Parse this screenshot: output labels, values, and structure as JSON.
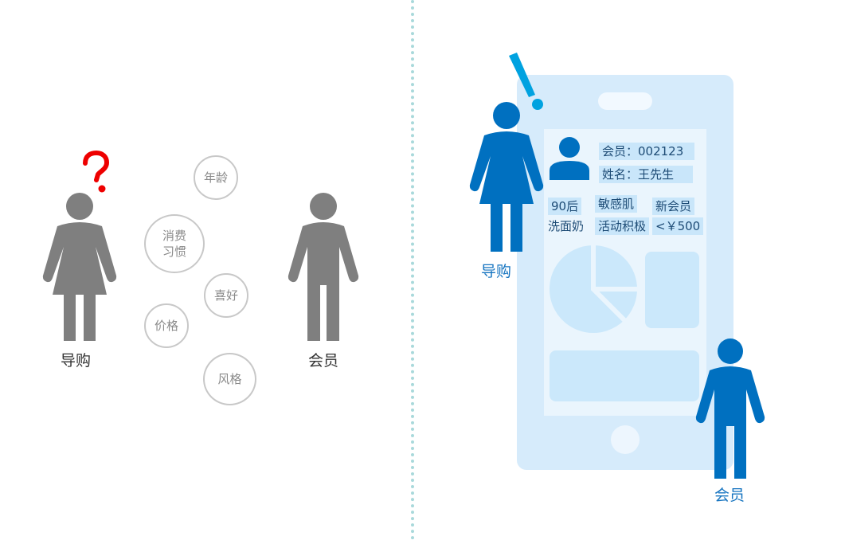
{
  "left": {
    "guide_label": "导购",
    "member_label": "会员",
    "question_mark": "?",
    "bubbles": [
      "年龄",
      "消费习惯",
      "喜好",
      "价格",
      "风格"
    ]
  },
  "right": {
    "guide_label": "导购",
    "member_label": "会员",
    "profile": {
      "member_id": "会员：002123",
      "name": "姓名：王先生"
    },
    "tags": [
      "90后",
      "敏感肌",
      "新会员",
      "洗面奶",
      "活动积极",
      "<￥500"
    ]
  },
  "colors": {
    "grey_person": "#7f7f7f",
    "blue_person": "#0070c0",
    "question": "#ee0000",
    "exclamation": "#00a2e0",
    "phone": "#d6ebfb"
  }
}
